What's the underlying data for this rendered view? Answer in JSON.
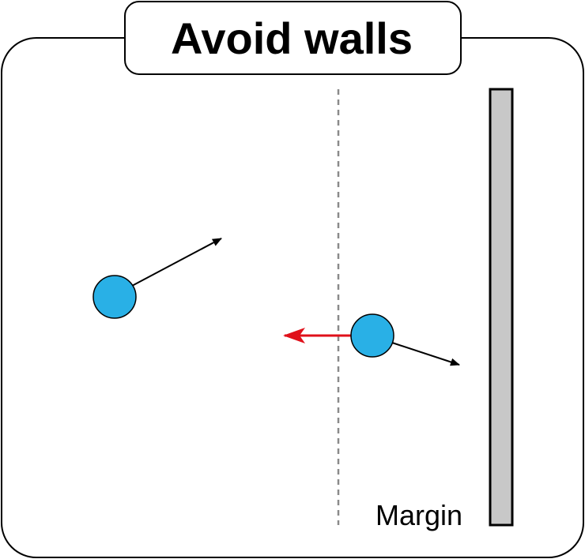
{
  "title": "Avoid walls",
  "margin_label": "Margin",
  "colors": {
    "frame": "#000000",
    "agent_fill": "#29b0e6",
    "velocity_arrow": "#000000",
    "steering_arrow": "#e0101a",
    "wall_fill": "#c8c8c8",
    "margin_line": "#8a8a8a"
  },
  "elements": {
    "agents": [
      {
        "name": "agent-left",
        "has_velocity_arrow": true,
        "has_steering_arrow": false
      },
      {
        "name": "agent-near-wall",
        "has_velocity_arrow": true,
        "has_steering_arrow": true
      }
    ],
    "wall": {
      "name": "wall"
    },
    "margin_line": {
      "style": "dashed"
    }
  }
}
